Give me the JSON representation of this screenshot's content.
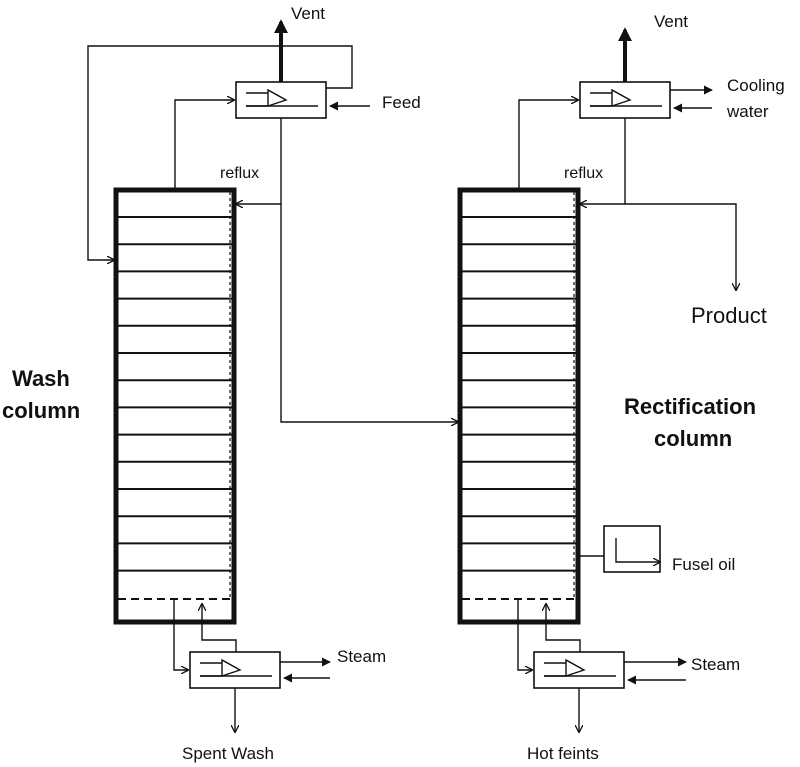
{
  "labels": {
    "vent_left": "Vent",
    "vent_right": "Vent",
    "feed": "Feed",
    "cooling_water_1": "Cooling",
    "cooling_water_2": "water",
    "reflux_left": "reflux",
    "reflux_right": "reflux",
    "product": "Product",
    "wash_column_1": "Wash",
    "wash_column_2": "column",
    "rectification_column_1": "Rectification",
    "rectification_column_2": "column",
    "fusel_oil": "Fusel oil",
    "steam_left": "Steam",
    "steam_right": "Steam",
    "spent_wash": "Spent Wash",
    "hot_feints": "Hot feints"
  },
  "colors": {
    "stroke": "#111111",
    "background": "#ffffff"
  }
}
